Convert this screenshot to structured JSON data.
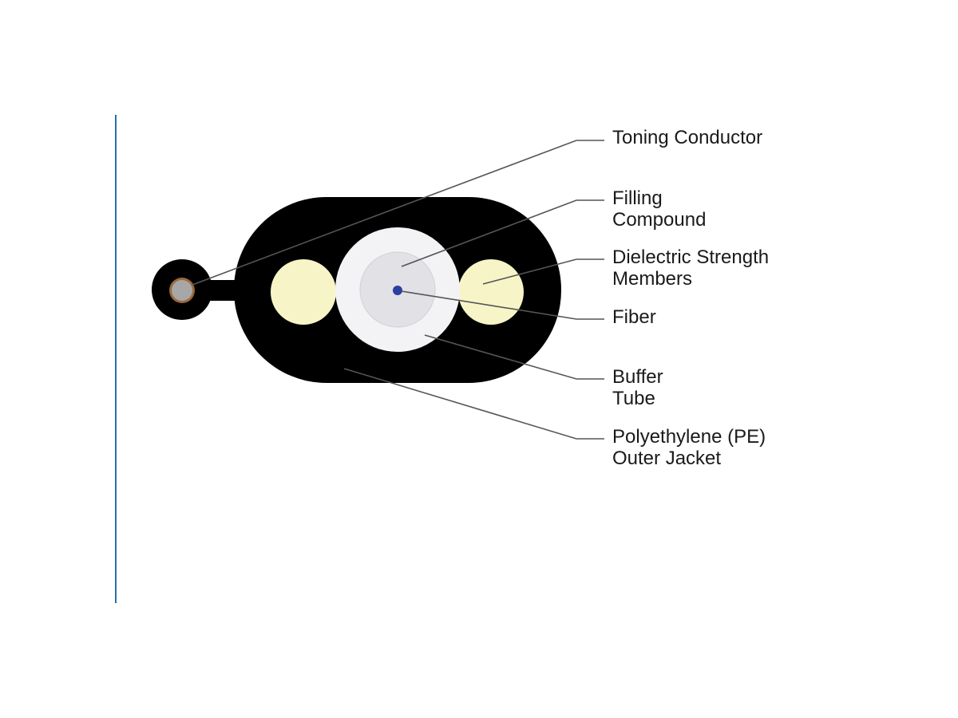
{
  "labels": {
    "toning_conductor": "Toning Conductor",
    "filling_compound": [
      "Filling",
      "Compound"
    ],
    "dielectric_strength_members": [
      "Dielectric Strength",
      "Members"
    ],
    "fiber": "Fiber",
    "buffer_tube": [
      "Buffer",
      "Tube"
    ],
    "pe_outer_jacket": [
      "Polyethylene (PE)",
      "Outer Jacket"
    ]
  },
  "colors": {
    "accent_bar": "#2a6fa8",
    "jacket": "#000000",
    "strength_member": "#f7f4c8",
    "buffer_tube": "#f3f3f6",
    "filling_compound": "#e2e2e6",
    "fiber_core": "#2a3fa0",
    "conductor_ring": "#9b6a3c",
    "conductor_core": "#a7a7a7",
    "leader_line": "#555555"
  }
}
